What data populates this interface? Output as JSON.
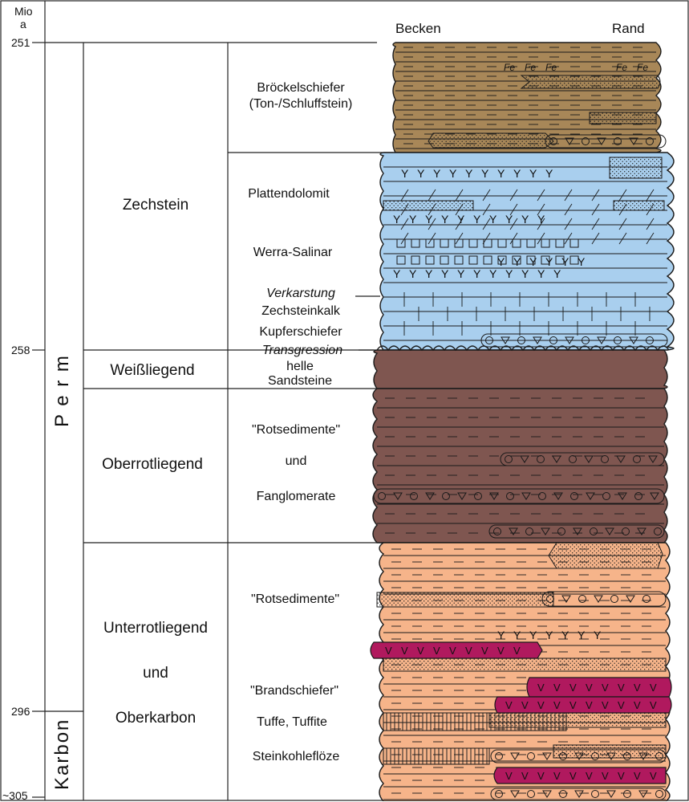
{
  "axis": {
    "unit_top": "Mio",
    "unit_bottom": "a",
    "ticks": [
      {
        "label": "251",
        "value": 251
      },
      {
        "label": "258",
        "value": 258
      },
      {
        "label": "296",
        "value": 296
      },
      {
        "label": "~305",
        "value": 305
      }
    ]
  },
  "periods": {
    "perm": "P e r m",
    "karbon": "Karbon"
  },
  "units": [
    {
      "label": "Zechstein"
    },
    {
      "label": "Weißliegend"
    },
    {
      "label": "Oberrotliegend"
    },
    {
      "label": "Unterrotliegend"
    },
    {
      "label": "und"
    },
    {
      "label": "Oberkarbon"
    }
  ],
  "lithology_labels": [
    {
      "text": "Bröckelschiefer"
    },
    {
      "text": "(Ton-/Schluffstein)"
    },
    {
      "text": "Plattendolomit"
    },
    {
      "text": "Werra-Salinar"
    },
    {
      "text": "Verkarstung"
    },
    {
      "text": "Zechsteinkalk"
    },
    {
      "text": "Kupferschiefer"
    },
    {
      "text": "Transgression"
    },
    {
      "text": "helle"
    },
    {
      "text": "Sandsteine"
    },
    {
      "text": "\"Rotsedimente\""
    },
    {
      "text": "und"
    },
    {
      "text": "Fanglomerate"
    },
    {
      "text": "\"Rotsedimente\""
    },
    {
      "text": "\"Brandschiefer\""
    },
    {
      "text": "Tuffe, Tuffite"
    },
    {
      "text": "Steinkohleflöze"
    }
  ],
  "column": {
    "left_label": "Becken",
    "right_label": "Rand",
    "fe_symbol": "Fe",
    "colors": {
      "brown_shale": "#a88758",
      "zechstein_blue": "#a9cfee",
      "dark_red": "#7f5650",
      "salmon": "#f6b48a",
      "magenta": "#b0195e",
      "line": "#1a1a1a"
    }
  }
}
